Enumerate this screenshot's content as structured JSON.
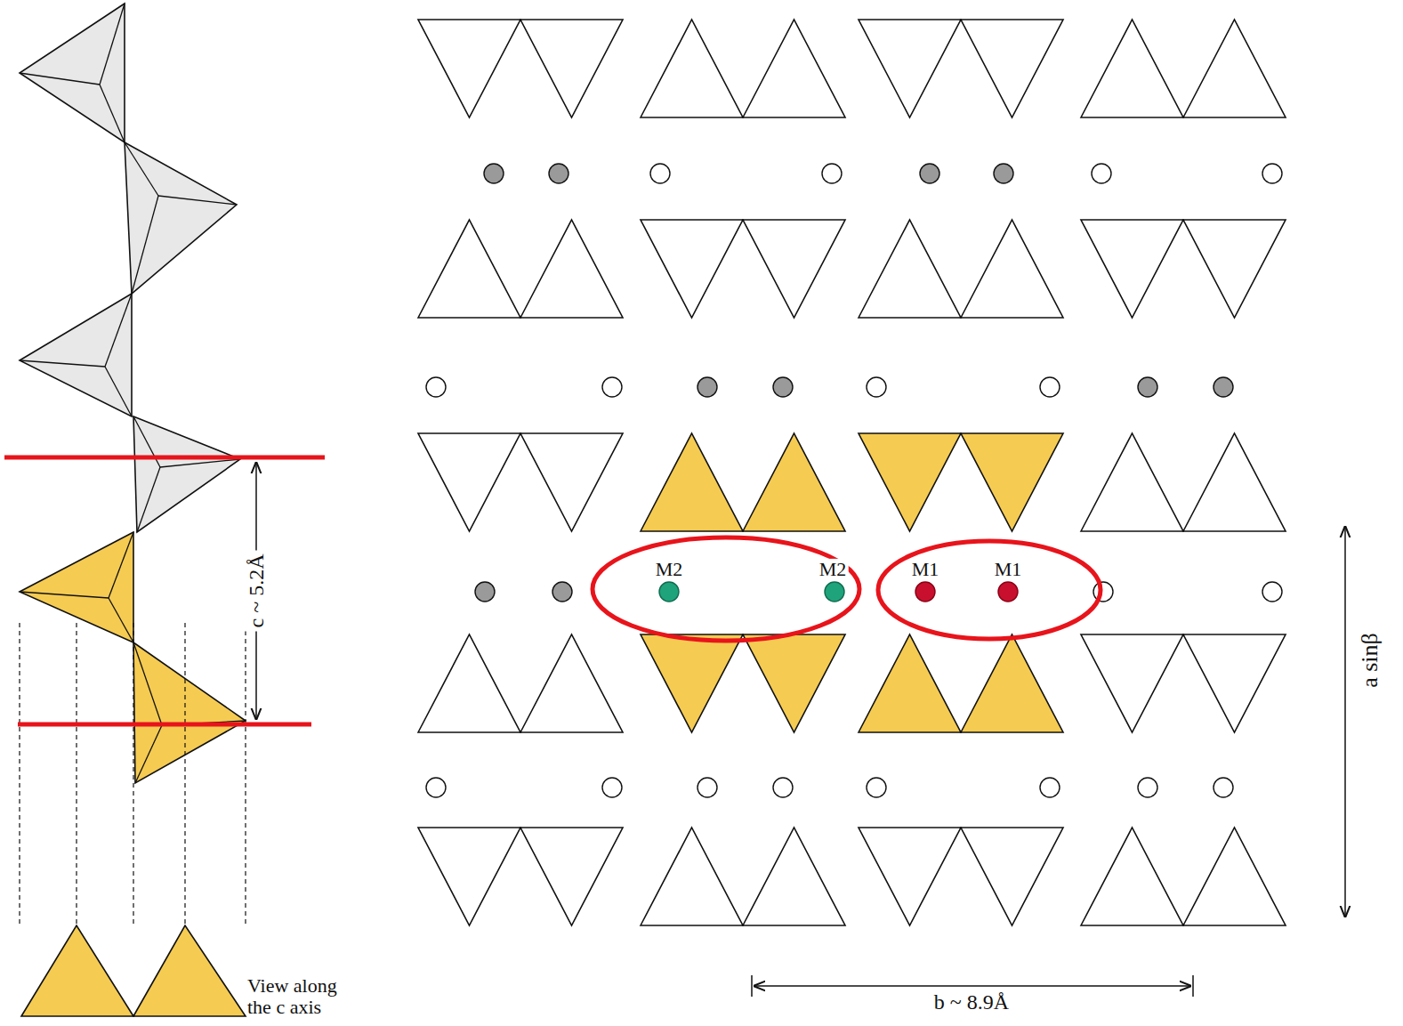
{
  "diagram": {
    "labels": [
      "c ~ 5.2Å",
      "View along the c axis",
      "b ~ 8.9Å",
      "a sinβ",
      "M2",
      "M2",
      "M1",
      "M1"
    ]
  }
}
